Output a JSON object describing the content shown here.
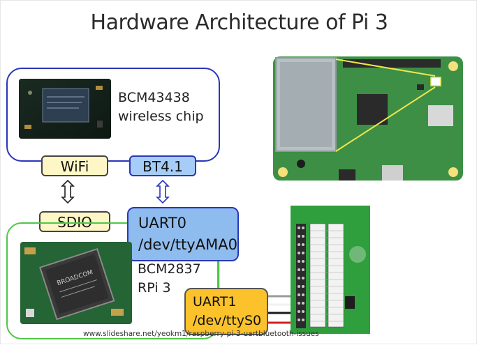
{
  "title": "Hardware Architecture of Pi 3",
  "wireless_chip": {
    "line1": "BCM43438",
    "line2": "wireless chip"
  },
  "wifi_label": "WiFi",
  "bt_label": "BT4.1",
  "sdio_label": "SDIO",
  "uart0": {
    "line1": "UART0",
    "line2": "/dev/ttyAMA0"
  },
  "soc": {
    "line1": "BCM2837",
    "line2": "RPi 3"
  },
  "uart1": {
    "line1": "UART1",
    "line2": "/dev/ttyS0"
  },
  "source_url": "www.slideshare.net/yeokm1/raspberry-pi-3-uartbluetooth-issues",
  "colors": {
    "blue": "#2936b8",
    "green": "#4fc54a",
    "yellow_fill": "#fff6c6",
    "bt_fill": "#a6cdf7",
    "uart0_fill": "#8fbcef",
    "uart1_fill": "#fbc22c",
    "board_green": "#3d8f45"
  }
}
